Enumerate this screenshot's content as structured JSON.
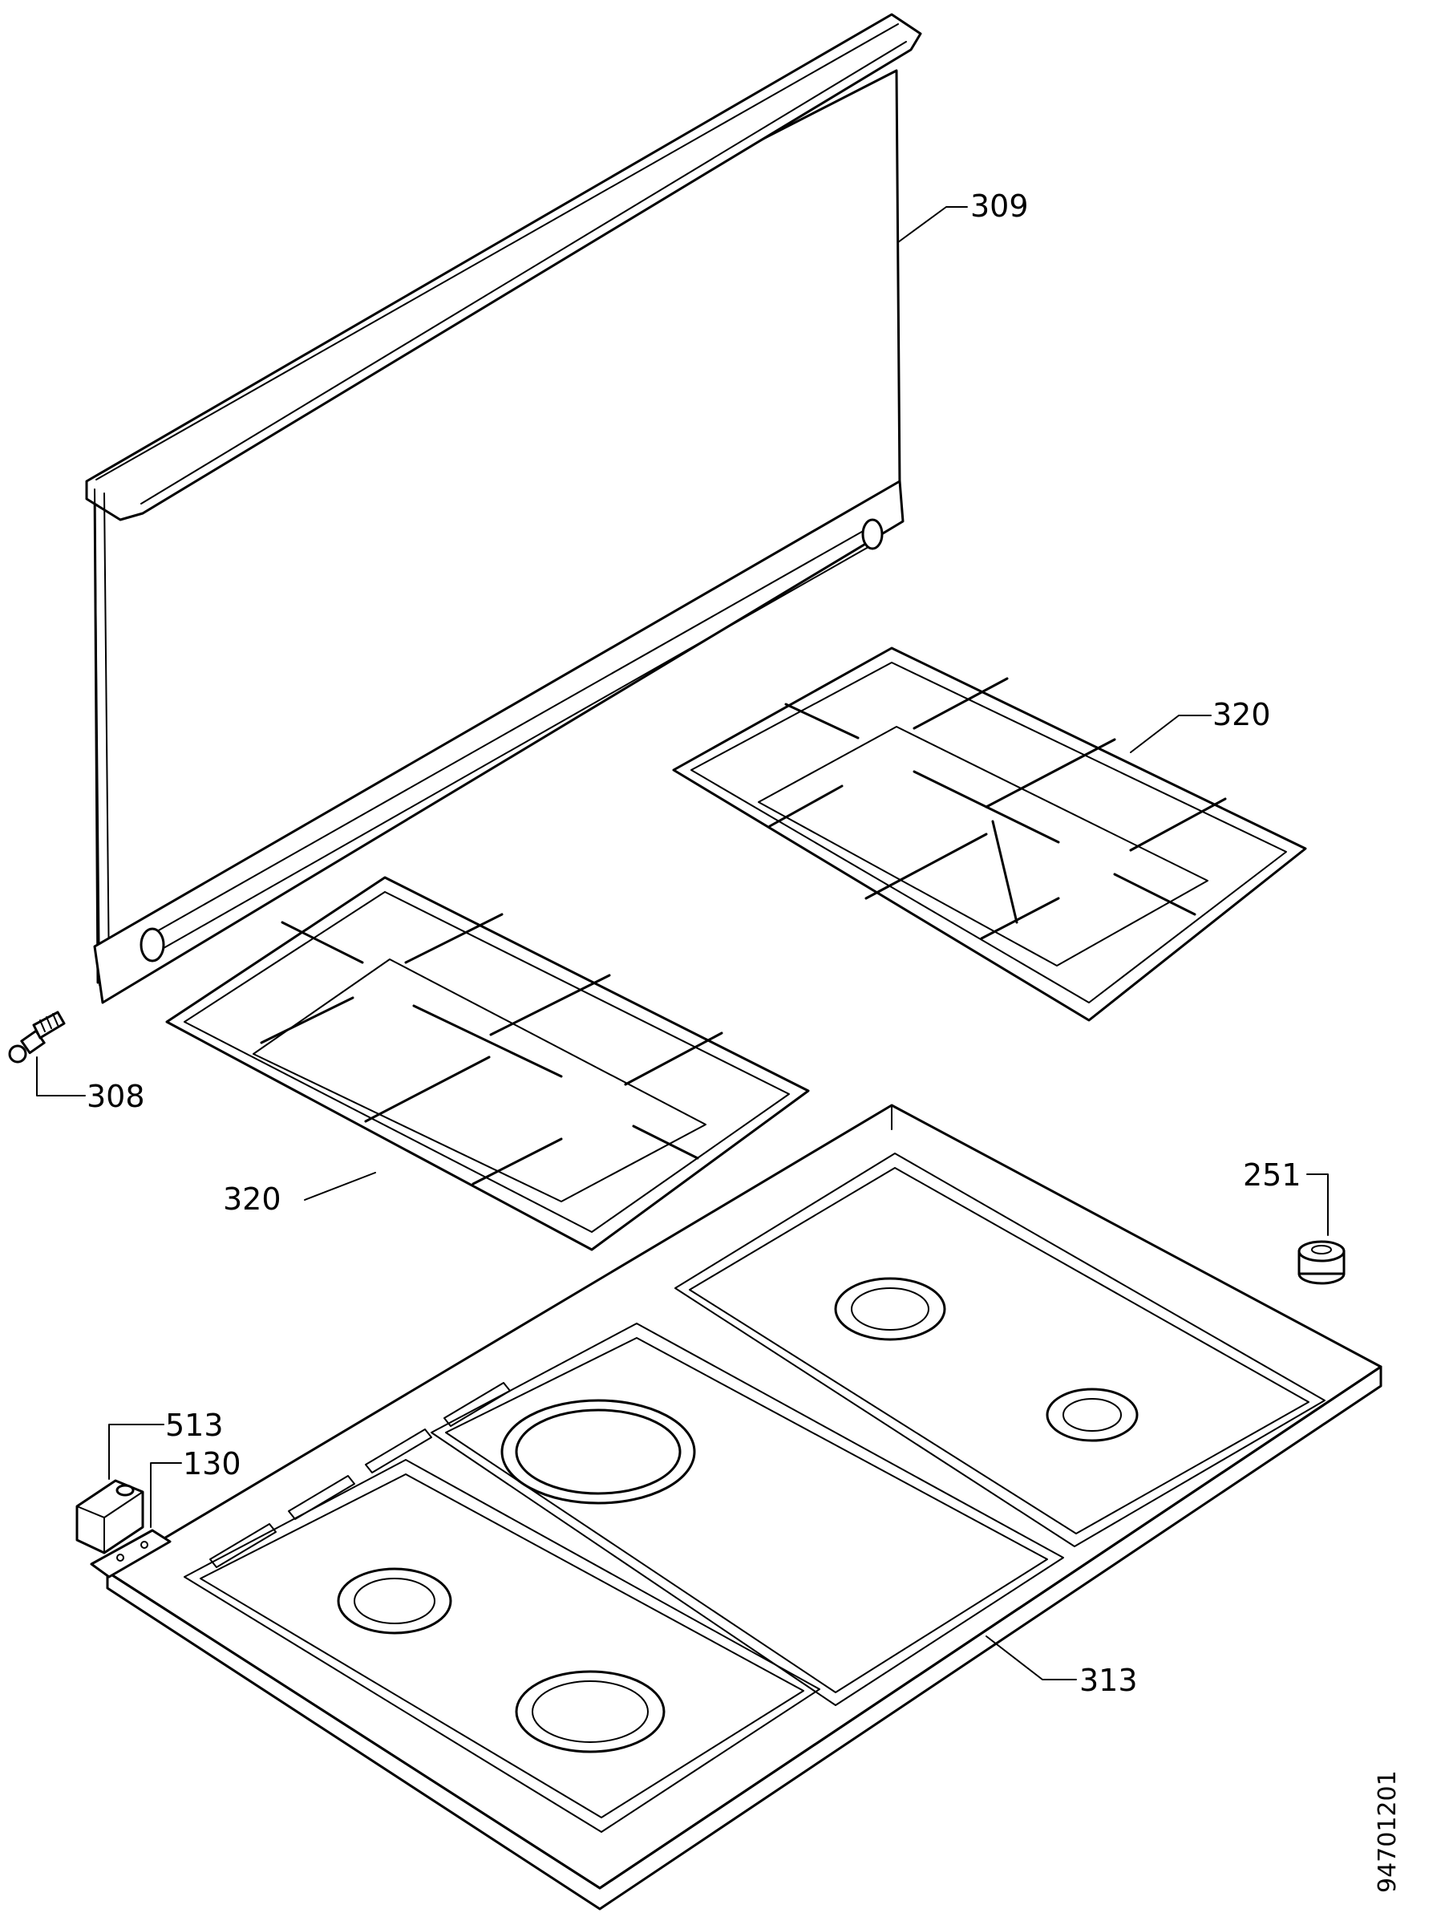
{
  "labels": {
    "backguard": "309",
    "screw": "308",
    "grid_right": "320",
    "grid_left": "320",
    "rubber_foot": "251",
    "hob_top": "313",
    "cover": "513",
    "bracket": "130"
  },
  "drawing_code": "94701201"
}
